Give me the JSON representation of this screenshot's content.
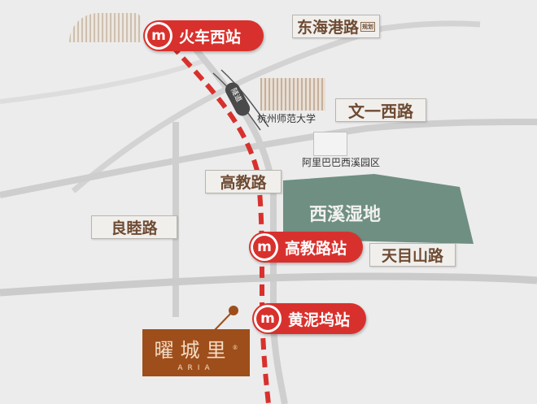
{
  "map": {
    "type": "transit-location-map",
    "colors": {
      "background": "#ececec",
      "road": "#cfcfcf",
      "metro_line": "#d8312d",
      "station_badge": "#d8312d",
      "wetland": "#6f8f83",
      "label_text": "#6e4b33",
      "project_brand": "#9e4e1a"
    },
    "stations": [
      {
        "name": "火车西站",
        "icon": "metro-logo-icon"
      },
      {
        "name": "高教路站",
        "icon": "metro-logo-icon"
      },
      {
        "name": "黄泥坞站",
        "icon": "metro-logo-icon"
      }
    ],
    "road_labels": [
      {
        "name": "东海港路",
        "note": "规划"
      },
      {
        "name": "文一西路"
      },
      {
        "name": "高教路"
      },
      {
        "name": "良睦路"
      },
      {
        "name": "天目山路"
      }
    ],
    "pois": [
      {
        "name": "杭州师范大学"
      },
      {
        "name": "阿里巴巴西溪园区"
      }
    ],
    "areas": [
      {
        "name": "西溪湿地"
      }
    ],
    "tunnel_label": "隧道",
    "project": {
      "name": "曜城里",
      "subtitle": "ARIA",
      "mark": "®"
    }
  }
}
